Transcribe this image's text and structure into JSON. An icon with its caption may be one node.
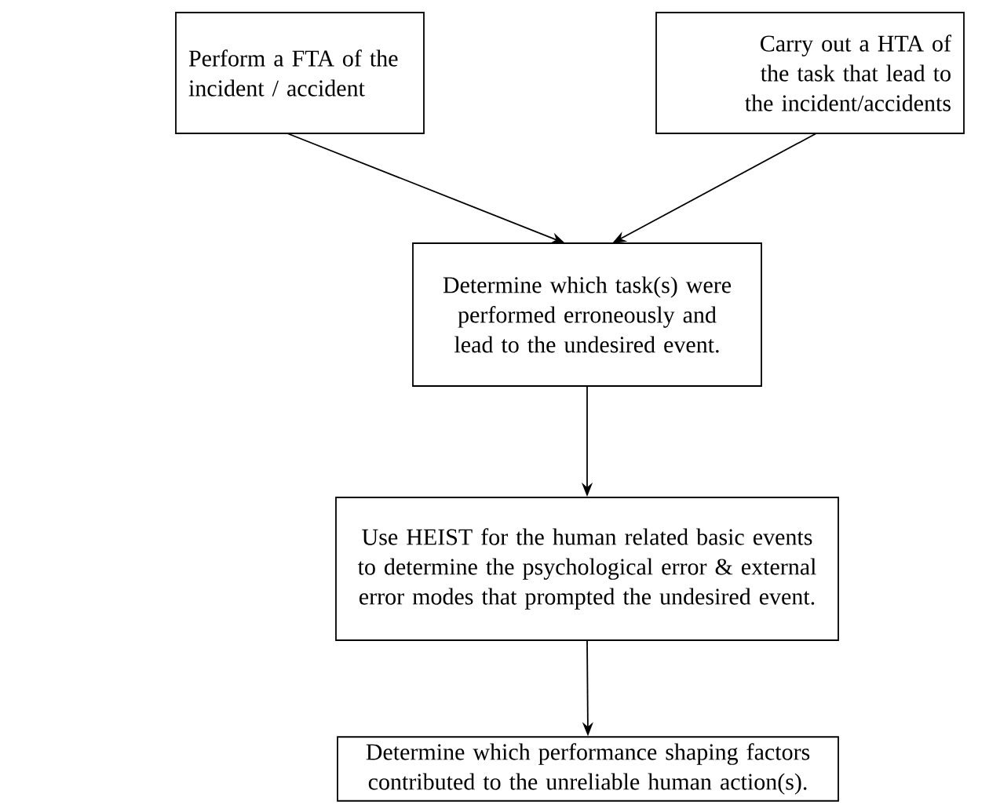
{
  "diagram": {
    "nodes": [
      {
        "text": [
          "Perform a FTA of the incident / accident"
        ]
      },
      {
        "text": [
          "Carry out a HTA of the task that lead to the incident/accidents"
        ]
      },
      {
        "text": [
          "Determine which task(s) were performed erroneously and lead to the undesired event."
        ]
      },
      {
        "text": [
          "Use HEIST for the human related basic events to determine the psychological error & external error modes that prompted the undesired event."
        ]
      },
      {
        "text": [
          "Determine which performance shaping factors contributed to the unreliable human action(s)."
        ]
      }
    ],
    "edges": [
      {
        "from": 0,
        "to": 2,
        "arrow": "to"
      },
      {
        "from": 1,
        "to": 2,
        "arrow": "to"
      },
      {
        "from": 2,
        "to": 3,
        "arrow": "to"
      },
      {
        "from": 3,
        "to": 4,
        "arrow": "to"
      }
    ]
  }
}
